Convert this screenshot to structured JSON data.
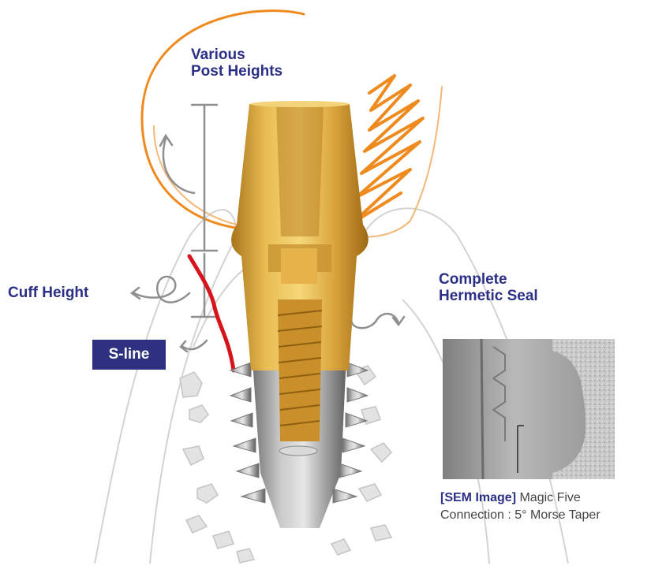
{
  "labels": {
    "post_heights": [
      "Various",
      "Post Heights"
    ],
    "cuff_height": "Cuff Height",
    "hermetic_seal": [
      "Complete",
      "Hermetic Seal"
    ],
    "s_line": "S-line"
  },
  "sem": {
    "bold": "[SEM Image]",
    "rest": "Magic Five",
    "line2": "Connection : 5° Morse Taper"
  },
  "colors": {
    "label_navy": "#2b2f86",
    "badge_bg": "#2e3180",
    "gold": "#d9a43a",
    "titanium": "#a9a9a9",
    "orange_sketch": "#ef8a1e",
    "red_sline": "#d7141b"
  }
}
